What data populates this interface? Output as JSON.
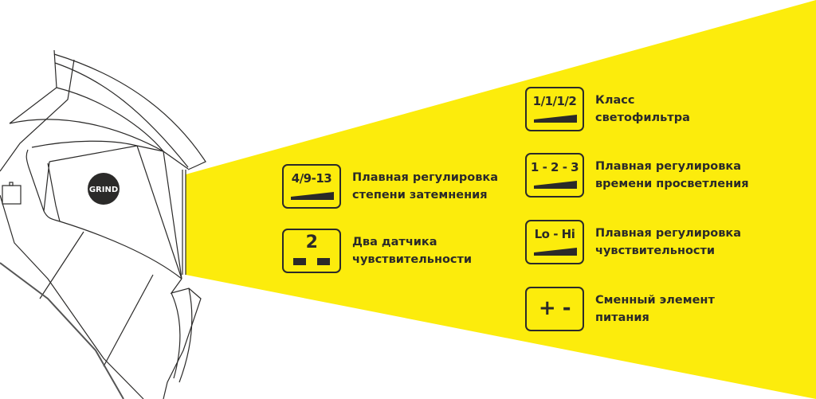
{
  "brand": {
    "logo_text": "GRIND",
    "logo_color": "#2b2a29"
  },
  "colors": {
    "beam": "#fcec0c",
    "ink": "#2b2a29"
  },
  "features": [
    {
      "icon": "4/9-13",
      "label_1": "Плавная регулировка",
      "label_2": "степени затемнения"
    },
    {
      "icon": "2",
      "label_1": "Два датчика",
      "label_2": "чувствительности"
    },
    {
      "icon": "1/1/1/2",
      "label_1": "Класс",
      "label_2": "светофильтра"
    },
    {
      "icon": "1 - 2 - 3",
      "label_1": "Плавная регулировка",
      "label_2": "времени просветления"
    },
    {
      "icon": "Lo - Hi",
      "label_1": "Плавная регулировка",
      "label_2": "чувствительности"
    },
    {
      "icon": "+ -",
      "label_1": "Сменный элемент",
      "label_2": "питания"
    }
  ]
}
